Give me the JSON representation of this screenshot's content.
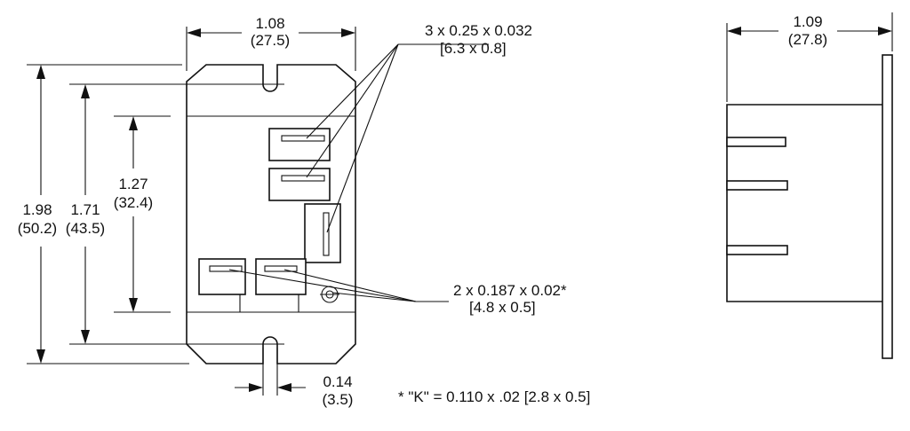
{
  "front_view": {
    "width": {
      "in": "1.08",
      "mm": "(27.5)"
    },
    "overall_height": {
      "in": "1.98",
      "mm": "(50.2)"
    },
    "slot_spacing": {
      "in": "1.71",
      "mm": "(43.5)"
    },
    "terminal_span": {
      "in": "1.27",
      "mm": "(32.4)"
    },
    "slot_width": {
      "in": "0.14",
      "mm": "(3.5)"
    },
    "large_terminals": {
      "spec": "3 x 0.25 x 0.032",
      "mm": "[6.3 x 0.8]"
    },
    "small_terminals": {
      "spec": "2 x 0.187 x 0.02*",
      "mm": "[4.8 x 0.5]"
    },
    "footnote": "* \"K\" = 0.110 x .02 [2.8 x 0.5]"
  },
  "side_view": {
    "depth": {
      "in": "1.09",
      "mm": "(27.8)"
    }
  }
}
